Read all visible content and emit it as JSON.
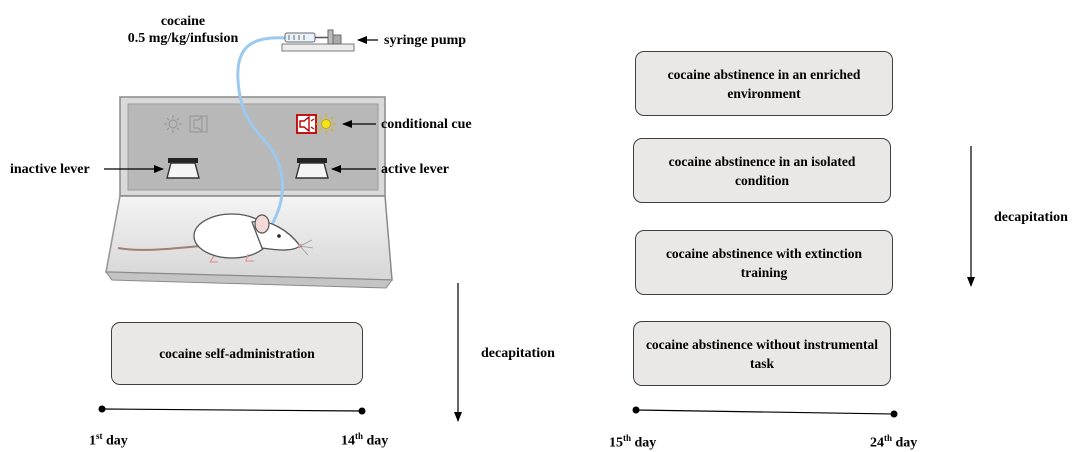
{
  "apparatus": {
    "drug": "cocaine",
    "dose": "0.5 mg/kg/infusion",
    "syringe_pump": "syringe pump",
    "conditional_cue": "conditional cue",
    "inactive_lever": "inactive lever",
    "active_lever": "active lever"
  },
  "phase1": {
    "box": "cocaine self-administration",
    "decapitation": "decapitation",
    "start_day": "1",
    "start_sup": "st",
    "end_day": "14",
    "end_sup": "th",
    "day_word": "day"
  },
  "phase2": {
    "conditions": [
      "cocaine abstinence in an enriched environment",
      "cocaine abstinence in an isolated condition",
      "cocaine abstinence with extinction training",
      "cocaine abstinence without instrumental task"
    ],
    "decapitation": "decapitation",
    "start_day": "15",
    "start_sup": "th",
    "end_day": "24",
    "end_sup": "th",
    "day_word": "day"
  },
  "colors": {
    "box_fill": "#eae7e7",
    "box_border": "#3f3f3f",
    "tube": "#9cc9ef",
    "cue_red": "#c00000",
    "cue_light": "#f2e21a"
  }
}
